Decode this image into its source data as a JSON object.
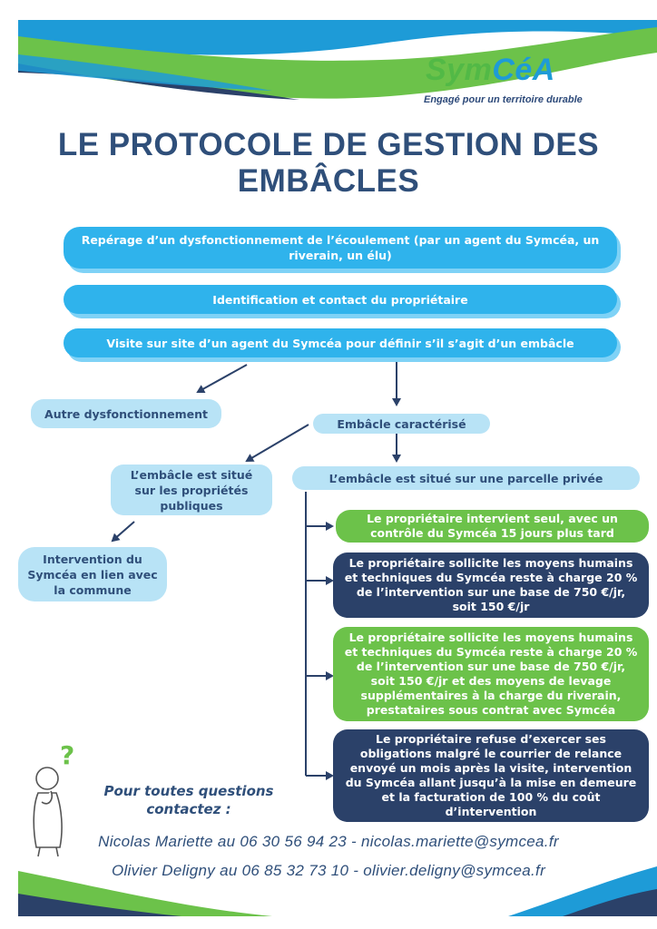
{
  "logo": {
    "name_part1": "Sym",
    "name_part2": "CéA",
    "tagline": "Engagé pour un territoire durable"
  },
  "title": {
    "line1": "LE PROTOCOLE DE GESTION DES",
    "line2": "EMBÂCLES"
  },
  "steps": {
    "reperage": "Repérage d’un dysfonctionnement de l’écoulement (par un agent du Symcéa, un riverain, un élu)",
    "identification": "Identification et contact du propriétaire",
    "visite": "Visite sur site d’un agent du Symcéa pour définir s’il s’agit d’un embâcle",
    "autre": "Autre dysfonctionnement",
    "caracterise": "Embâcle caractérisé",
    "public": "L’embâcle est situé sur les propriétés publiques",
    "prive": "L’embâcle est situé sur une parcelle privée",
    "intervention_commune": "Intervention du Symcéa en lien avec la commune"
  },
  "options": [
    {
      "text": "Le propriétaire intervient seul, avec un contrôle du Symcéa 15 jours plus tard",
      "style": "green"
    },
    {
      "text": "Le propriétaire sollicite les moyens humains et techniques du Symcéa reste à charge 20 % de l’intervention sur une base de 750 €/jr, soit 150 €/jr",
      "style": "navy"
    },
    {
      "text": "Le propriétaire sollicite les moyens humains et techniques du Symcéa reste à charge 20 % de l’intervention sur une base de 750 €/jr, soit 150 €/jr et des moyens de levage supplémentaires à la charge du riverain, prestataires sous contrat avec Symcéa",
      "style": "green"
    },
    {
      "text": "Le propriétaire refuse d’exercer ses obligations malgré le courrier de relance envoyé un mois après la visite, intervention du Symcéa allant jusqu’à la mise en demeure et la facturation de 100 % du coût d’intervention",
      "style": "navy"
    }
  ],
  "contact": {
    "question": "Pour toutes questions contactez :",
    "line1": "Nicolas Mariette au 06 30 56 94 23 - nicolas.mariette@symcea.fr",
    "line2": "Olivier Deligny au 06 85 32 73 10 - olivier.deligny@symcea.fr"
  },
  "colors": {
    "blue": "#2fb3ec",
    "pale_blue": "#b8e3f6",
    "green": "#6cc24a",
    "navy": "#2b4169",
    "title": "#2f4f7a"
  },
  "icons": [
    "question-mark-icon",
    "thinking-person-icon"
  ]
}
